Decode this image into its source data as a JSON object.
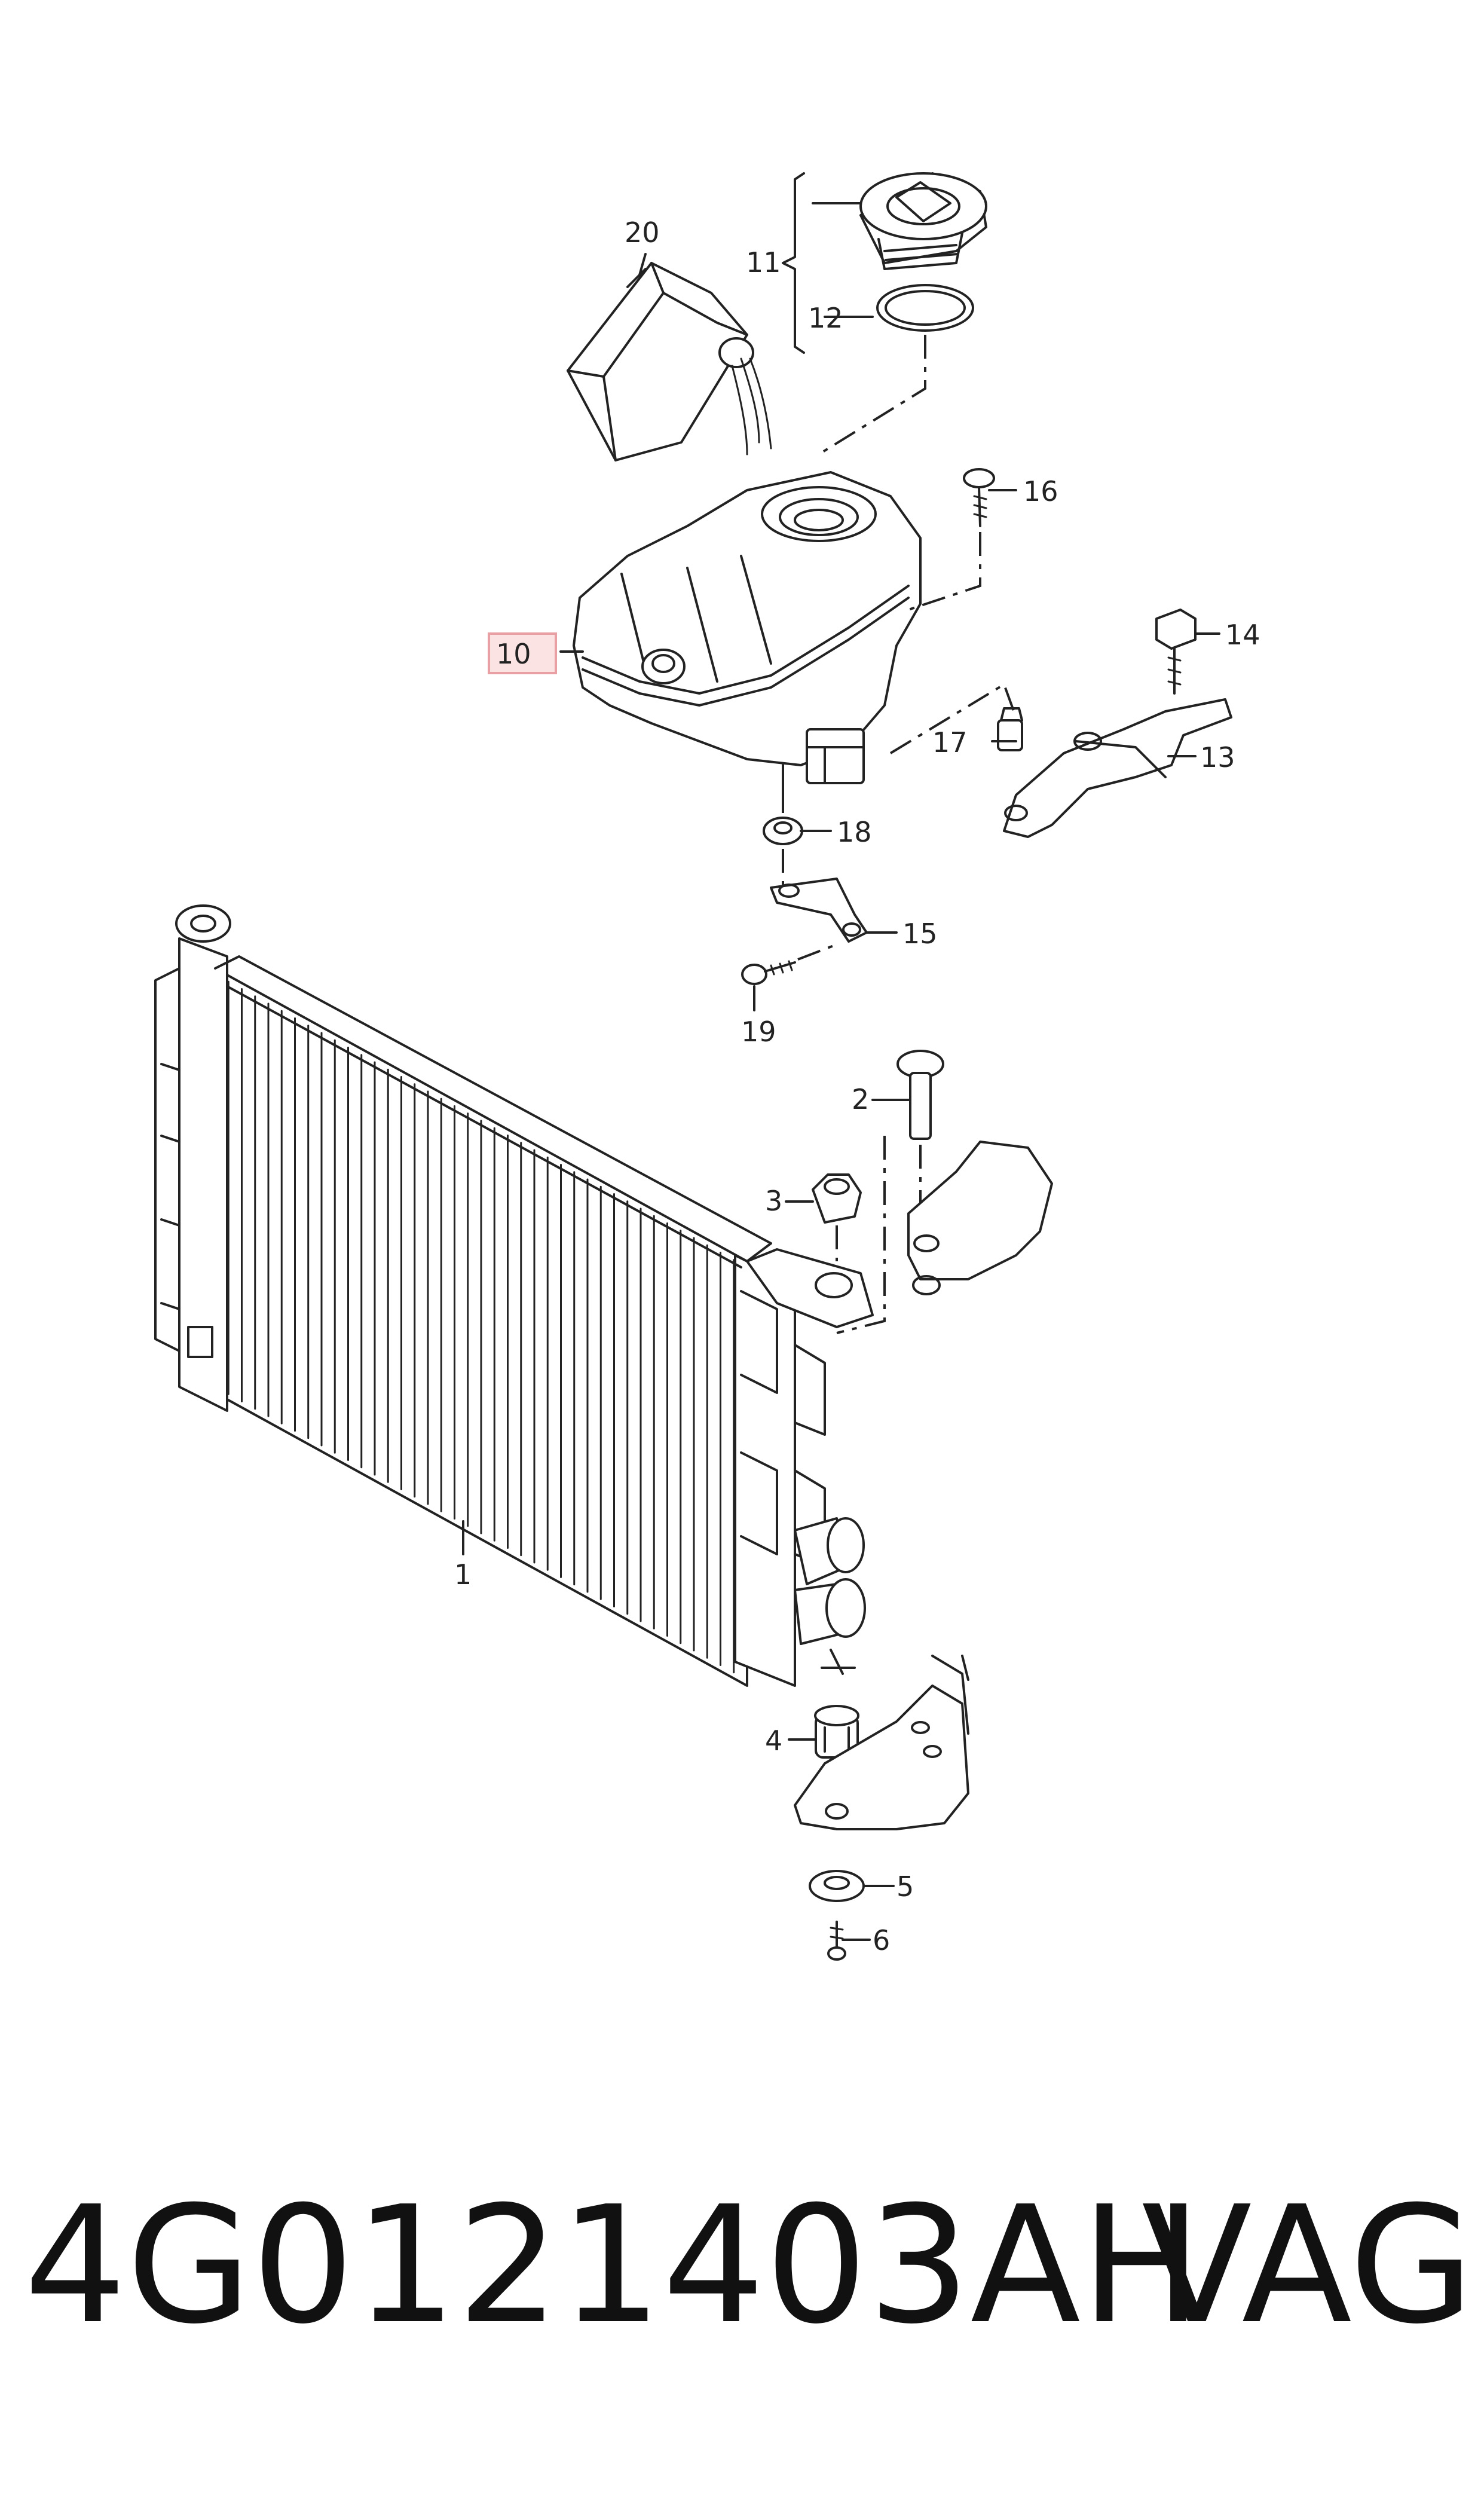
{
  "diagram": {
    "callouts": {
      "c1": "1",
      "c2": "2",
      "c3": "3",
      "c4": "4",
      "c5": "5",
      "c6": "6",
      "c10": "10",
      "c11": "11",
      "c12": "12",
      "c13": "13",
      "c14": "14",
      "c15": "15",
      "c16": "16",
      "c17": "17",
      "c18": "18",
      "c19": "19",
      "c20": "20"
    },
    "highlighted_callout": "10",
    "highlight_color": "#e9a0a4",
    "highlight_fill": "#fbe3e4"
  },
  "caption": {
    "part_number": "4G0121403AH",
    "brand": "VAG"
  }
}
